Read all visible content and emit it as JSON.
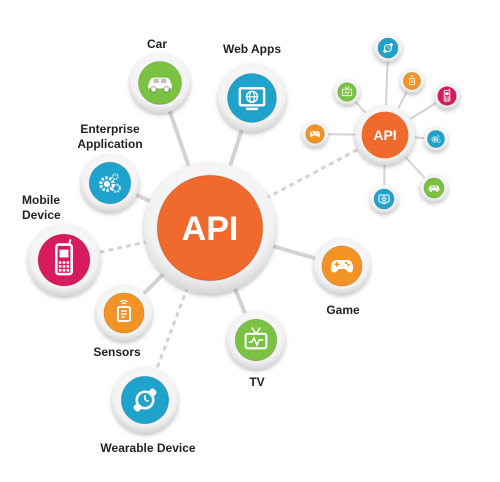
{
  "hub": {
    "label": "API",
    "color": "#F06A2E"
  },
  "mini_hub": {
    "label": "API",
    "color": "#F06A2E"
  },
  "nodes": [
    {
      "id": "car",
      "label": "Car",
      "color": "#7CC242",
      "icon": "car-icon"
    },
    {
      "id": "web-apps",
      "label": "Web Apps",
      "color": "#1FA3CD",
      "icon": "monitor-globe-icon"
    },
    {
      "id": "enterprise",
      "label": [
        "Enterprise",
        "Application"
      ],
      "color": "#1FA3CD",
      "icon": "gears-icon"
    },
    {
      "id": "mobile",
      "label": [
        "Mobile",
        "Device"
      ],
      "color": "#D81B5E",
      "icon": "mobile-phone-icon"
    },
    {
      "id": "sensors",
      "label": "Sensors",
      "color": "#F39325",
      "icon": "sensor-icon"
    },
    {
      "id": "wearable",
      "label": "Wearable Device",
      "color": "#1FA3CD",
      "icon": "wristwatch-icon"
    },
    {
      "id": "tv",
      "label": "TV",
      "color": "#7CC242",
      "icon": "tv-icon"
    },
    {
      "id": "game",
      "label": "Game",
      "color": "#F39325",
      "icon": "gamepad-icon"
    }
  ],
  "mini_nodes": [
    {
      "id": "mini-watch",
      "color": "#1FA3CD",
      "icon": "wristwatch-icon"
    },
    {
      "id": "mini-sensor",
      "color": "#F39325",
      "icon": "sensor-icon"
    },
    {
      "id": "mini-mobile",
      "color": "#D81B5E",
      "icon": "mobile-phone-icon"
    },
    {
      "id": "mini-tv",
      "color": "#7CC242",
      "icon": "tv-icon"
    },
    {
      "id": "mini-gears",
      "color": "#1FA3CD",
      "icon": "gears-icon"
    },
    {
      "id": "mini-game",
      "color": "#F39325",
      "icon": "gamepad-icon"
    },
    {
      "id": "mini-car",
      "color": "#7CC242",
      "icon": "car-icon"
    },
    {
      "id": "mini-web",
      "color": "#1FA3CD",
      "icon": "monitor-globe-icon"
    }
  ]
}
